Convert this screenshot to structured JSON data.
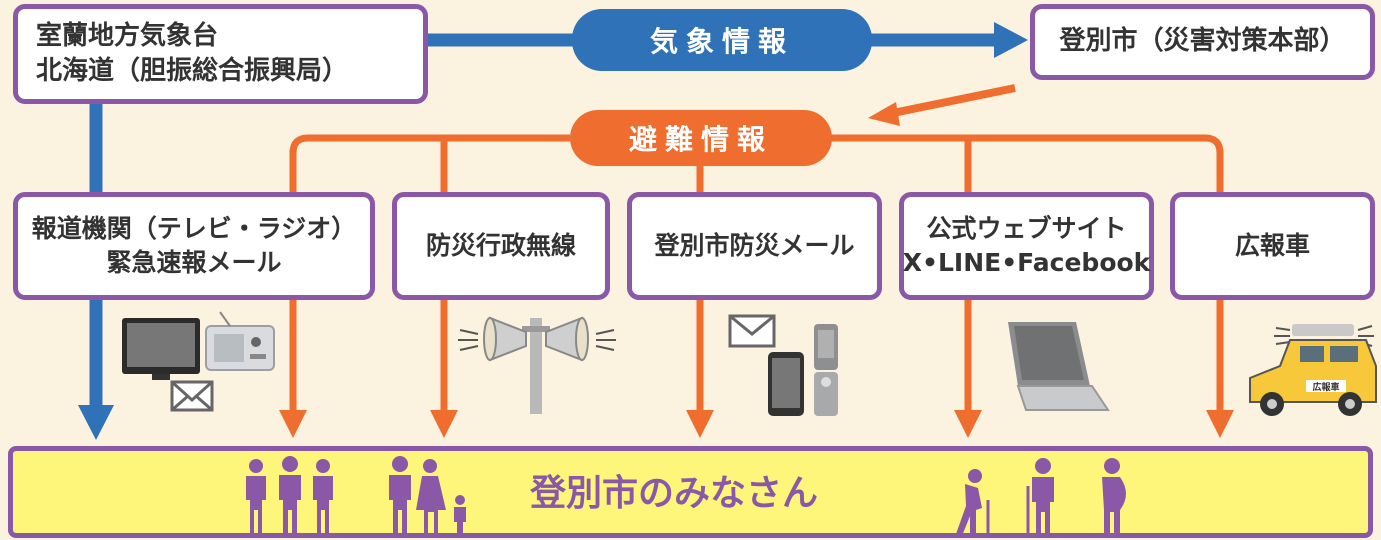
{
  "sources": {
    "lines": [
      "室蘭地方気象台",
      "北海道（胆振総合振興局）"
    ]
  },
  "weather_info_label": "気象情報",
  "city_hq_label": "登別市（災害対策本部）",
  "evacuation_info_label": "避難情報",
  "channels": [
    {
      "lines": [
        "報道機関（テレビ・ラジオ）",
        "緊急速報メール"
      ]
    },
    {
      "lines": [
        "防災行政無線"
      ]
    },
    {
      "lines": [
        "登別市防災メール"
      ]
    },
    {
      "lines": [
        "公式ウェブサイト",
        "X•LINE•Facebook"
      ]
    },
    {
      "lines": [
        "広報車"
      ]
    }
  ],
  "citizens_label": "登別市のみなさん",
  "car_label": "広報車",
  "colors": {
    "background": "#fcf2e0",
    "box_border": "#8a58a6",
    "weather_blue": "#2f72b8",
    "evac_orange": "#ee6d2f",
    "citizens_bar": "#fdf67b",
    "people": "#8a58a6"
  },
  "icons": [
    "tv-icon",
    "radio-icon",
    "mail-icon",
    "loudspeaker-icon",
    "smartphone-icon",
    "flip-phone-icon",
    "laptop-icon",
    "pr-car-icon",
    "family-icon",
    "elderly-icon",
    "crutch-person-icon",
    "pregnant-icon"
  ]
}
